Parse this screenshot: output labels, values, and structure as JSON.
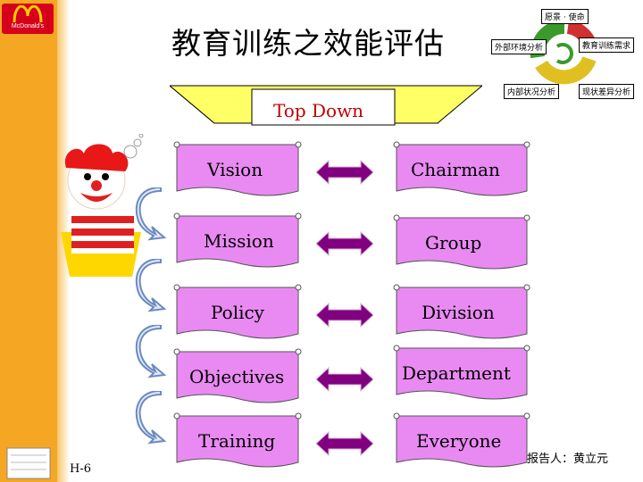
{
  "logo": {
    "text": "McDonald's"
  },
  "title": "教育训练之效能评估",
  "cycle": {
    "labels": [
      "愿景 · 使命",
      "外部环境分析",
      "教育训练需求",
      "内部状况分析",
      "现状差异分析"
    ],
    "colors": {
      "green": "#3a9a2a",
      "yellow": "#e0c020",
      "red": "#d03030"
    }
  },
  "banner": {
    "text": "Top Down"
  },
  "rows": [
    {
      "left": "Vision",
      "right": "Chairman"
    },
    {
      "left": "Mission",
      "right": "Group"
    },
    {
      "left": "Policy",
      "right": "Division"
    },
    {
      "left": "Objectives",
      "right": "Department"
    },
    {
      "left": "Training",
      "right": "Everyone"
    }
  ],
  "page_number": "H-6",
  "presenter": "报告人：黄立元",
  "colors": {
    "scroll": "#e98af2",
    "arrow": "#800080",
    "sidebar": "#f5a623",
    "banner": "#ffff66",
    "curl": "#6a8bbf"
  }
}
